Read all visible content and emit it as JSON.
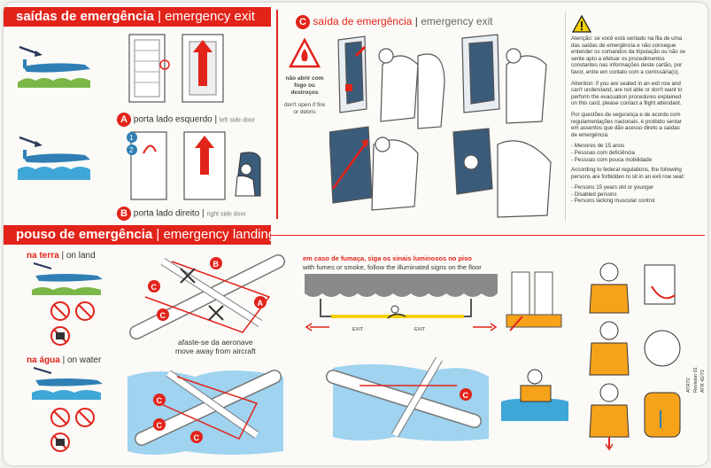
{
  "exits": {
    "title_pt": "saídas de emergência",
    "title_en": "emergency exit",
    "door_left_letter": "A",
    "door_left_pt": "porta lado esquerdo",
    "door_left_en": "left side door",
    "door_right_letter": "B",
    "door_right_pt": "porta lado direito",
    "door_right_en": "right side door",
    "step_1": "1",
    "step_2": "2"
  },
  "window_exit": {
    "letter": "C",
    "title_pt": "saída de emergência",
    "title_en": "emergency exit",
    "fire_pt": "não abrir com fogo ou destroços",
    "fire_en": "don't open if fire or debris"
  },
  "attention": {
    "pt": "Atenção: se você está sentado na fila de uma das saídas de emergência e não consegue entender os comandos da tripulação ou não se sente apto a efetuar os procedimentos constantes nas informações deste cartão, por favor, entre em contato com a comissária(o).",
    "en": "Attention: if you are seated in an exit row and can't understand, are not able or don't want to perform the evacuation procedures explained on this card, please contact a flight attendant.",
    "rules_pt": "Por questões de segurança e de acordo com regulamentações nacionais, é proibido sentar em assentos que dão acesso direto a saídas de emergência:",
    "list_pt": [
      "- Menores de 15 anos",
      "- Pessoas com deficiência",
      "- Pessoas com pouca mobilidade"
    ],
    "rules_en": "According to federal regulations, the following persons are forbidden to sit in an exit row seat:",
    "list_en": [
      "- Persons 15 years old or younger",
      "- Disabled persons",
      "- Persons lacking muscular control"
    ]
  },
  "landing": {
    "title_pt": "pouso de emergência",
    "title_en": "emergency landing",
    "land_pt": "na terra",
    "land_en": "on land",
    "water_pt": "na água",
    "water_en": "on water",
    "away_pt": "afaste-se da aeronave",
    "away_en": "move away from aircraft",
    "smoke_pt": "em caso de fumaça, siga os sinais luminosos no piso",
    "smoke_en": "with fumes or smoke, follow the illuminated signs on the floor",
    "exit_sign": "EXIT",
    "letter_a": "A",
    "letter_b": "B",
    "letter_c": "C"
  },
  "side_text": {
    "code": "ATR72",
    "revision": "Revision 01",
    "model": "ATR 42/72"
  },
  "colors": {
    "accent": "#e2231a",
    "sky": "#2f7fb5",
    "water": "#3fa6d8",
    "grass": "#7ab648",
    "vest": "#f7a21b"
  }
}
